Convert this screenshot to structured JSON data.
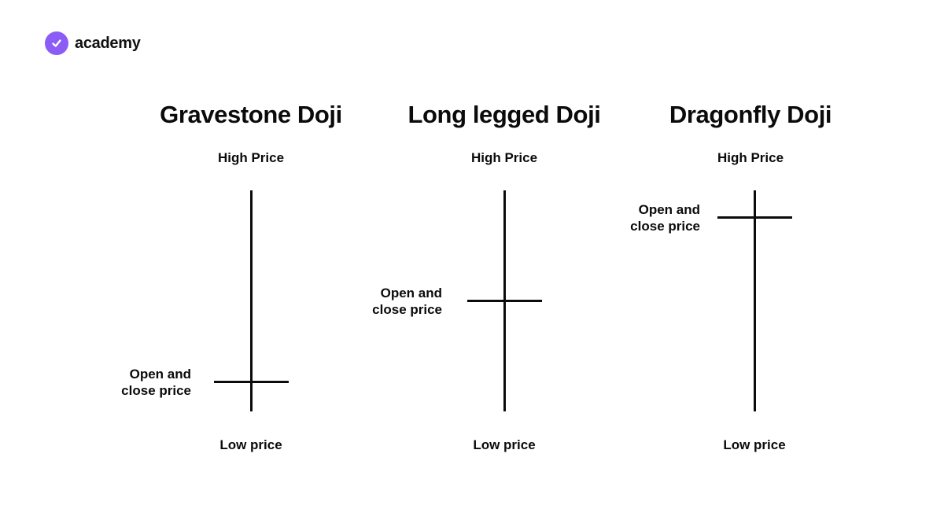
{
  "brand": {
    "name": "academy",
    "icon": "check-badge-icon",
    "color": "#8b5cf6"
  },
  "panels": [
    {
      "title": "Gravestone Doji",
      "high_label": "High Price",
      "low_label": "Low price",
      "open_close_label_line1": "Open and",
      "open_close_label_line2": "close price"
    },
    {
      "title": "Long legged Doji",
      "high_label": "High Price",
      "low_label": "Low price",
      "open_close_label_line1": "Open and",
      "open_close_label_line2": "close price"
    },
    {
      "title": "Dragonfly Doji",
      "high_label": "High Price",
      "low_label": "Low price",
      "open_close_label_line1": "Open and",
      "open_close_label_line2": "close price"
    }
  ]
}
